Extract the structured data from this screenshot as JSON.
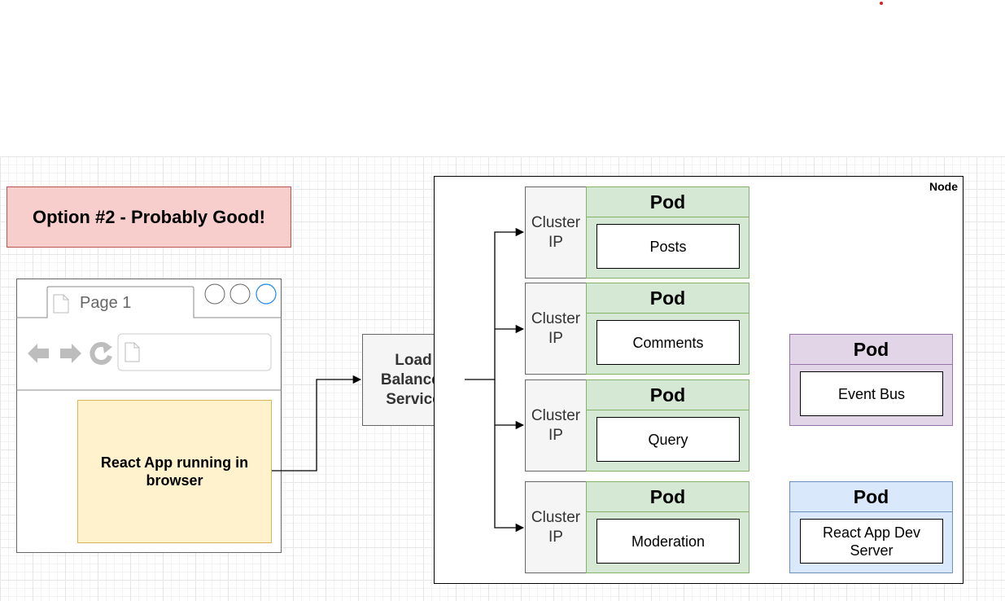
{
  "title": "Option #2 - Probably Good!",
  "browser": {
    "tab_label": "Page 1",
    "app_box": "React App running in browser"
  },
  "load_balancer": "Load Balancer Service",
  "node_label": "Node",
  "cluster_ip_label": "Cluster IP",
  "pods": [
    {
      "header": "Pod",
      "service": "Posts"
    },
    {
      "header": "Pod",
      "service": "Comments"
    },
    {
      "header": "Pod",
      "service": "Query"
    },
    {
      "header": "Pod",
      "service": "Moderation"
    }
  ],
  "event_bus_pod": {
    "header": "Pod",
    "service": "Event Bus"
  },
  "dev_server_pod": {
    "header": "Pod",
    "service": "React App Dev Server"
  },
  "colors": {
    "title_fill": "#f8cecc",
    "app_fill": "#fff2cc",
    "pod_green": "#d5e8d4",
    "pod_purple": "#e1d5e7",
    "pod_blue": "#dae8fc"
  }
}
